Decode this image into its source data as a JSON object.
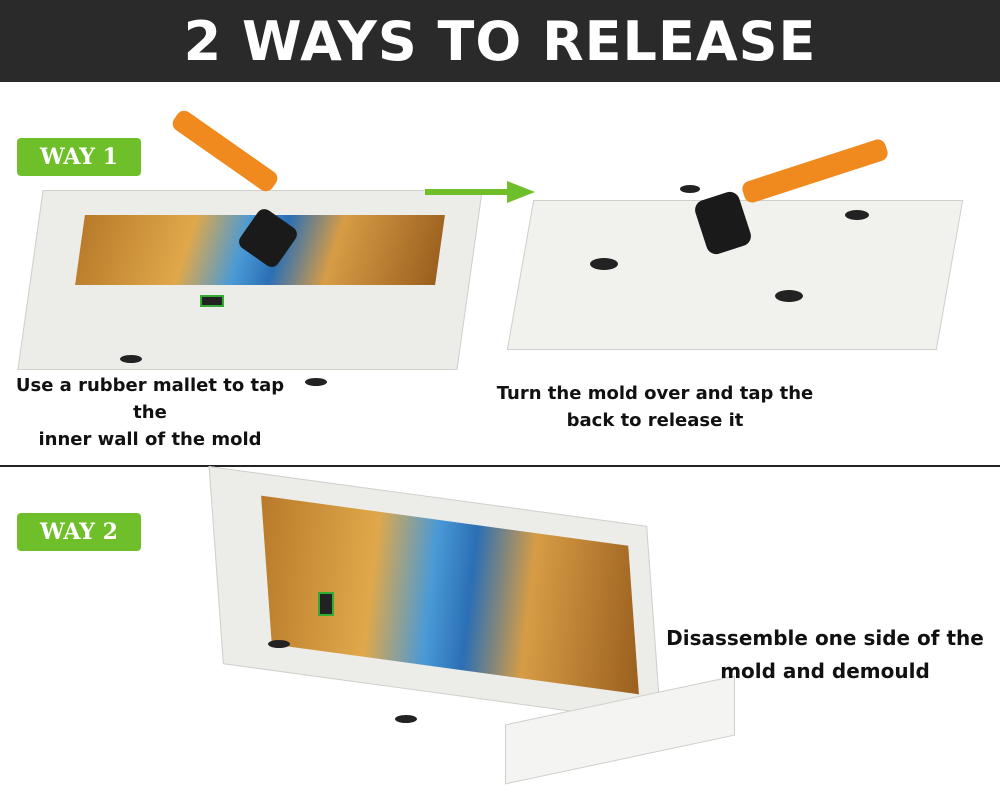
{
  "header": {
    "title": "2 WAYS TO RELEASE"
  },
  "way1": {
    "badge": "WAY 1",
    "caption_left": [
      "Use a rubber mallet to tap the",
      "inner wall of the mold"
    ],
    "caption_right": [
      "Turn the mold over and tap the",
      "back to release it"
    ]
  },
  "way2": {
    "badge": "WAY 2",
    "caption": [
      "Disassemble one side of the",
      "mold and demould"
    ]
  },
  "colors": {
    "header_bg": "#2a2a2a",
    "badge_green": "#6fbf2a",
    "arrow_green": "#6fbf2a"
  }
}
